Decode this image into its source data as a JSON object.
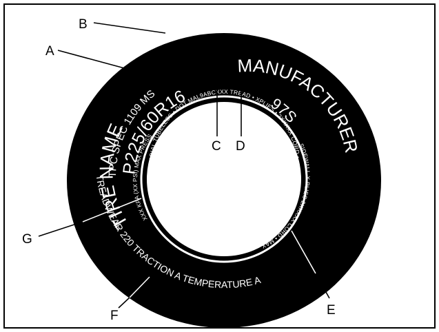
{
  "tire": {
    "tpc_spec": "TPC SPEC 1109 MS",
    "size_code": "P225/60R16",
    "service_desc": "97S",
    "tire_name": "TIRE NAME",
    "manufacturer": "MANUFACTURER",
    "grades": "TREADWEAR 220  TRACTION A  TEMPERATURE A",
    "upper_small": "RADIAL TUBELESS • DOT MAL9ABCXXX TREAD • XPLIES • 2XXXXX CORD •",
    "right_small": "SIDEWALL X PLIES 2XXXXX CORD • MAX.",
    "bottom_small": "LOAD XXX KG (XXXX LBS)",
    "left_small": "XXX KPA (XX PSI) MAX PRESS •"
  },
  "callouts": {
    "a": "A",
    "b": "B",
    "c": "C",
    "d": "D",
    "e": "E",
    "f": "F",
    "g": "G"
  },
  "colors": {
    "tire": "#000000",
    "rim_ring": "#ffffff",
    "background": "#ffffff",
    "frame": "#000000"
  }
}
